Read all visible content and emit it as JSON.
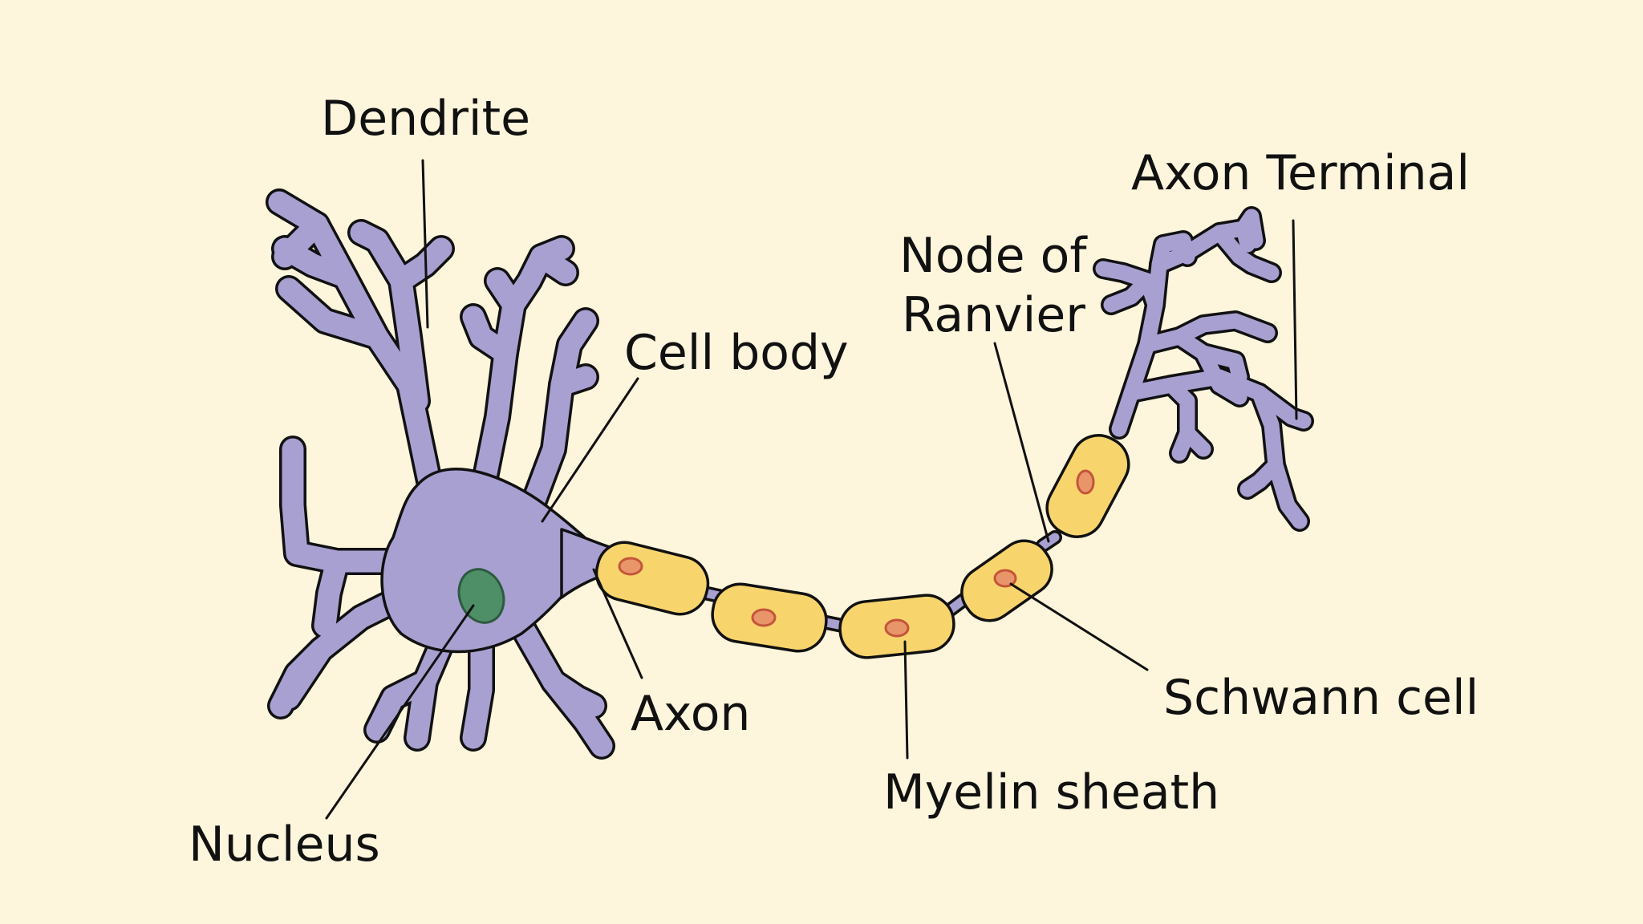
{
  "diagram": {
    "background": "#fdf5dc",
    "colors": {
      "neuron": "#a9a0d2",
      "nucleus": "#4f8f68",
      "myelin": "#f7d56c",
      "schwann_nucleus": "#e8956a",
      "outline": "#111111"
    },
    "labels": {
      "dendrite": "Dendrite",
      "cell_body": "Cell body",
      "nucleus": "Nucleus",
      "axon": "Axon",
      "myelin_sheath": "Myelin sheath",
      "node_line1": "Node of",
      "node_line2": "Ranvier",
      "schwann_cell": "Schwann cell",
      "axon_terminal": "Axon Terminal"
    }
  }
}
